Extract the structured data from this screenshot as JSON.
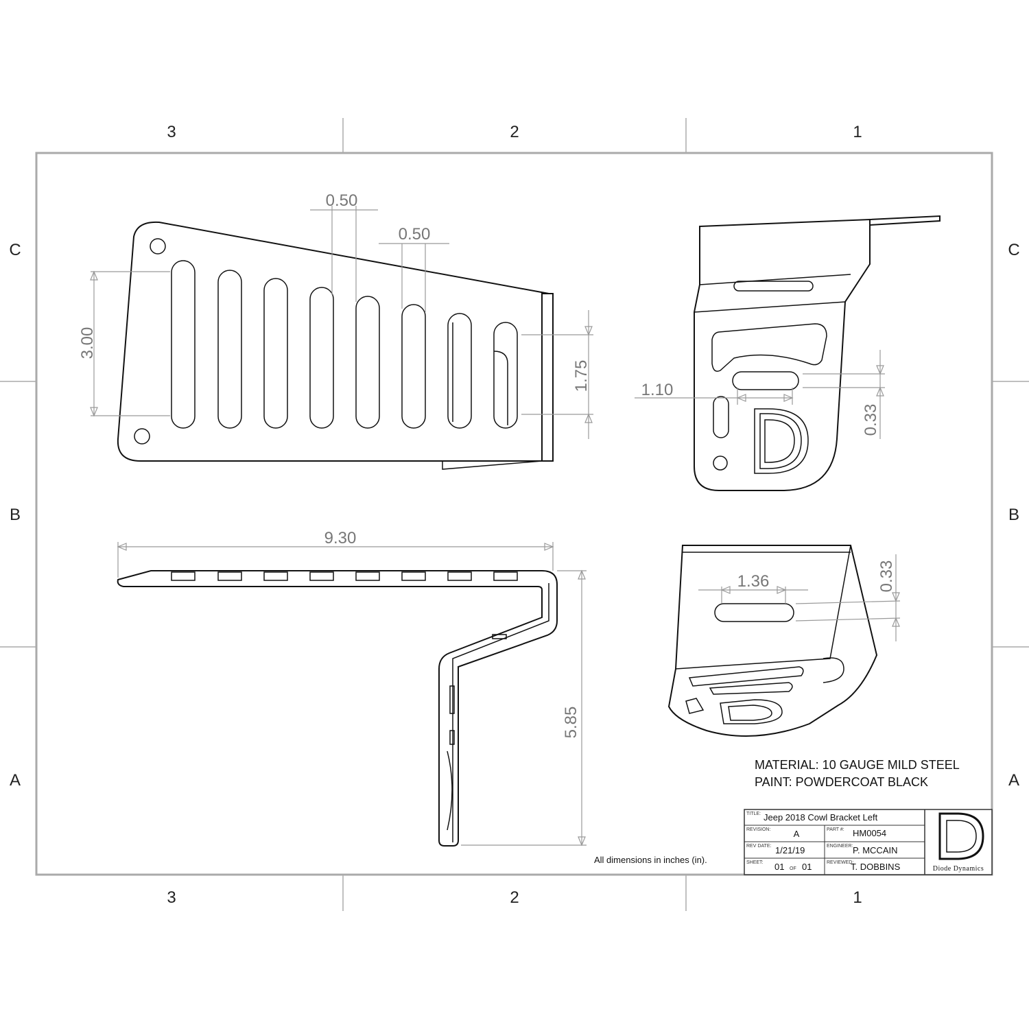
{
  "zones": {
    "columns": [
      "3",
      "2",
      "1"
    ],
    "rows": [
      "C",
      "B",
      "A"
    ]
  },
  "dimensions": {
    "slot_width": "0.50",
    "slot_pitch": "0.50",
    "slot_length": "3.00",
    "short_slot": "1.75",
    "overall_length": "9.30",
    "overall_height": "5.85",
    "right_slot_width": "1.10",
    "right_slot_height": "0.33",
    "iso_slot_width": "1.36",
    "iso_slot_height": "0.33"
  },
  "notes": {
    "material": "MATERIAL: 10 GAUGE MILD STEEL",
    "paint": "PAINT: POWDERCOAT BLACK",
    "units": "All dimensions in inches (in)."
  },
  "title_block": {
    "title_label": "TITLE:",
    "title": "Jeep 2018 Cowl Bracket Left",
    "revision_label": "REVISION:",
    "revision": "A",
    "part_label": "PART #:",
    "part_number": "HM0054",
    "rev_date_label": "REV DATE:",
    "rev_date": "1/21/19",
    "engineer_label": "ENGINEER:",
    "engineer": "P. MCCAIN",
    "sheet_label": "SHEET:",
    "sheet": "01",
    "sheet_of": "OF",
    "sheet_total": "01",
    "reviewed_label": "REVIEWED:",
    "reviewed": "T. DOBBINS",
    "logo_text": "Diode Dynamics"
  },
  "colors": {
    "frame": "#aaaaaa",
    "line": "#111111",
    "dimension": "#777777"
  }
}
